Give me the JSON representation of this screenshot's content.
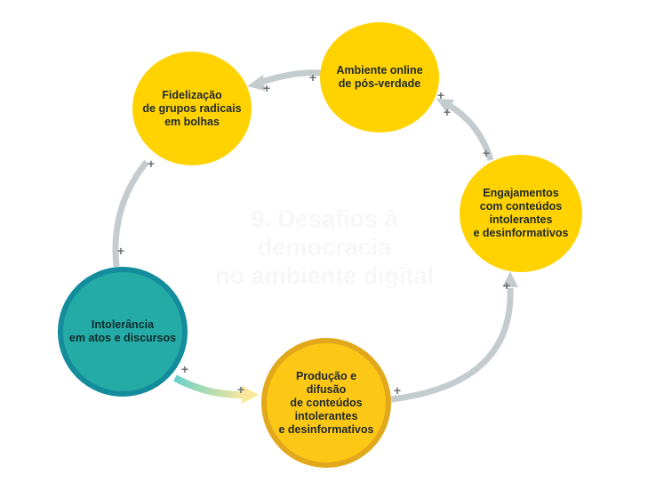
{
  "background_title": "9. Desafios à\ndemocracia\nno ambiente digital",
  "nodes": {
    "ambiente": "Ambiente online\nde pós-verdade",
    "fidelizacao": "Fidelização\nde grupos radicais\nem bolhas",
    "intolerancia": "Intolerância\nem atos e discursos",
    "producao": "Produção e\ndifusão\nde conteúdos\nintolerantes\ne desinformativos",
    "engajamentos": "Engajamentos\ncom conteúdos\nintolerantes\ne desinformativos"
  },
  "link_sign": "+",
  "colors": {
    "node_yellow": "#ffd200",
    "node_teal": "#25aba6",
    "node_gold": "#fdc715",
    "arrow_gray": "#c5ccd0",
    "sign_gray": "#6f7276"
  }
}
